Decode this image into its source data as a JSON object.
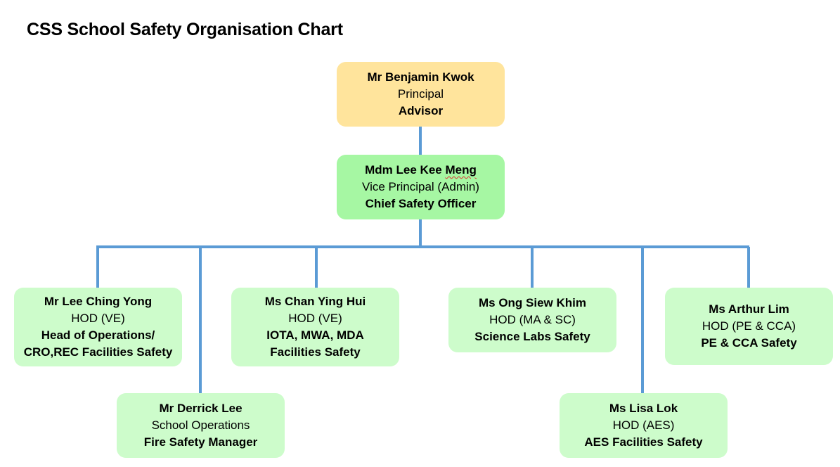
{
  "title": "CSS School Safety Organisation Chart",
  "colors": {
    "principal_fill": "#ffe49c",
    "vice_principal_fill": "#a6f7a3",
    "hod_fill": "#cdfccb",
    "connector": "#5b9bd5"
  },
  "nodes": {
    "principal": {
      "name": "Mr Benjamin Kwok",
      "role": "Principal",
      "duty": "Advisor"
    },
    "vice_principal": {
      "name_prefix": "Mdm Lee Kee ",
      "name_suffix": "Meng",
      "role": "Vice Principal (Admin)",
      "duty": "Chief Safety Officer"
    },
    "lee_ching_yong": {
      "name": "Mr Lee Ching Yong",
      "role": "HOD (VE)",
      "duty_line1": "Head of Operations/",
      "duty_line2": "CRO,REC Facilities Safety"
    },
    "derrick_lee": {
      "name": "Mr Derrick Lee",
      "role": "School Operations",
      "duty": "Fire Safety Manager"
    },
    "chan_ying_hui": {
      "name": "Ms Chan Ying Hui",
      "role": "HOD (VE)",
      "duty_line1": "IOTA, MWA, MDA",
      "duty_line2": "Facilities Safety"
    },
    "ong_siew_khim": {
      "name": "Ms Ong Siew Khim",
      "role": "HOD (MA & SC)",
      "duty": "Science Labs Safety"
    },
    "lisa_lok": {
      "name": "Ms Lisa Lok",
      "role": "HOD (AES)",
      "duty": "AES Facilities Safety"
    },
    "arthur_lim": {
      "name": "Ms Arthur Lim",
      "role": "HOD (PE & CCA)",
      "duty": "PE & CCA Safety"
    }
  }
}
